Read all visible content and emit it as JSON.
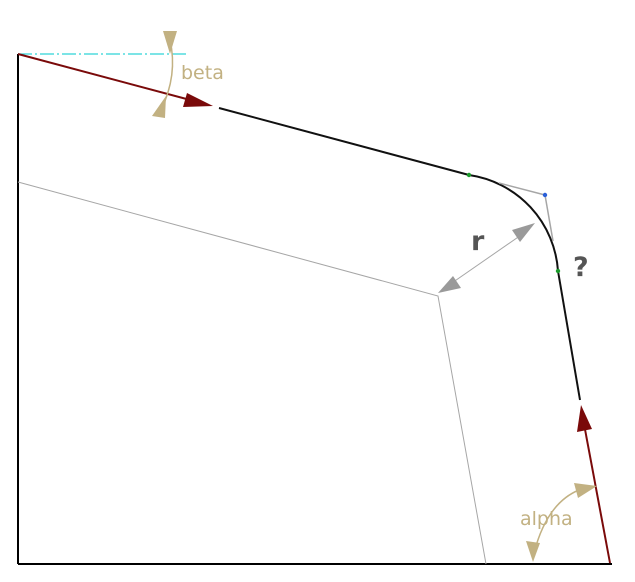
{
  "labels": {
    "beta": "beta",
    "alpha": "alpha",
    "radius": "r",
    "unknown": "?"
  },
  "colors": {
    "frame": "#000000",
    "fillet_path": "#111111",
    "vector": "#7a0a0a",
    "angle": "#c2b182",
    "reference_dashline": "#2ed3d8",
    "construction": "#a6a6a6",
    "dimension_arrow": "#9a9a9a",
    "tangent_point": "#1a9a2a",
    "center_point": "#2a5fd8",
    "label_r": "#555555"
  },
  "icons": {
    "in_vector": "arrowhead-right",
    "out_vector": "arrowhead-up",
    "radius_dimension": "double-arrow",
    "angle_markers": "angle-arrowheads"
  }
}
